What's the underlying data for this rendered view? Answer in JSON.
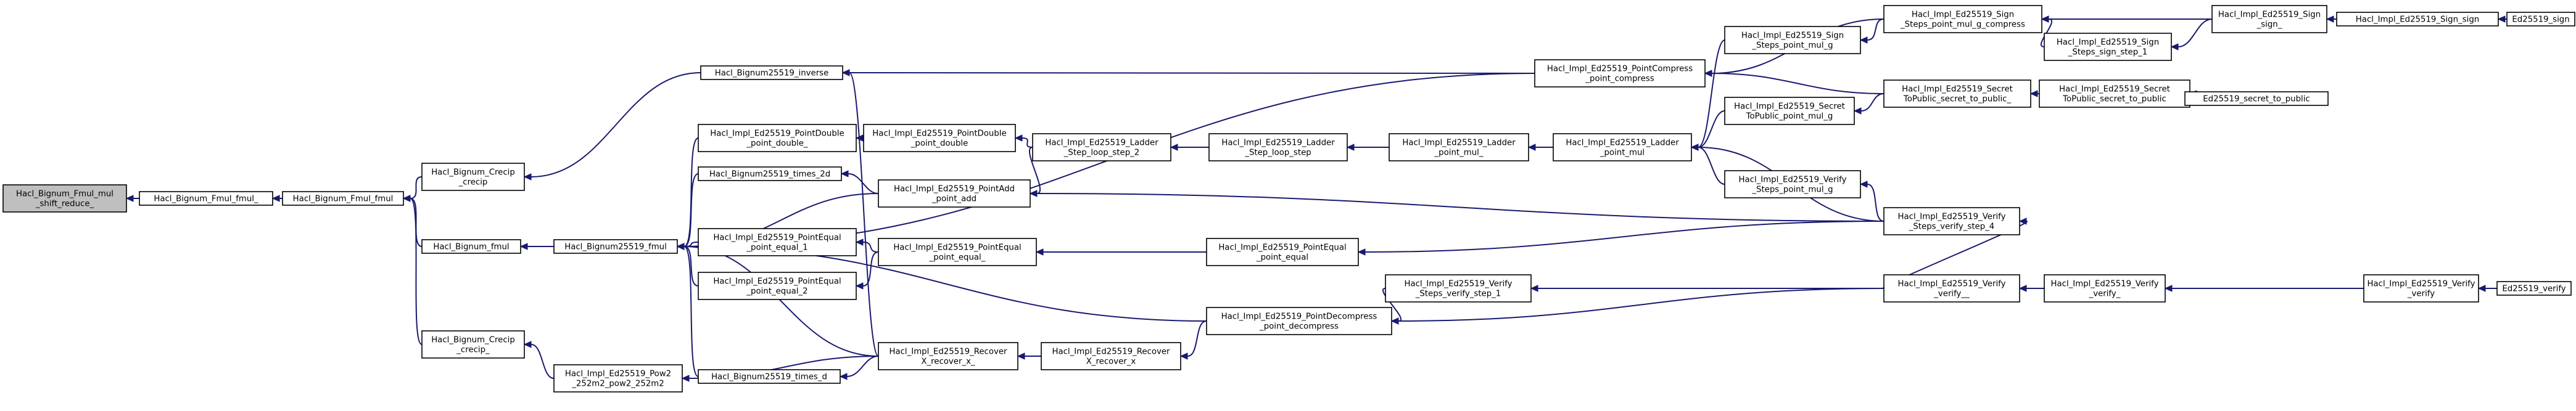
{
  "nodes": [
    {
      "id": "n0",
      "lines": [
        "Hacl_Bignum_Fmul_mul",
        "_shift_reduce_"
      ],
      "root": true
    },
    {
      "id": "n1",
      "lines": [
        "Hacl_Bignum_Fmul_fmul_"
      ]
    },
    {
      "id": "n2",
      "lines": [
        "Hacl_Bignum_Fmul_fmul"
      ]
    },
    {
      "id": "n3",
      "lines": [
        "Hacl_Bignum_Crecip",
        "_crecip"
      ]
    },
    {
      "id": "n4",
      "lines": [
        "Hacl_Bignum_fmul"
      ]
    },
    {
      "id": "n5",
      "lines": [
        "Hacl_Bignum_Crecip",
        "_crecip_"
      ]
    },
    {
      "id": "n6",
      "lines": [
        "Hacl_Bignum25519_inverse"
      ]
    },
    {
      "id": "n7",
      "lines": [
        "Hacl_Bignum25519_fmul"
      ]
    },
    {
      "id": "n8",
      "lines": [
        "Hacl_Impl_Ed25519_Pow2",
        "_252m2_pow2_252m2"
      ]
    },
    {
      "id": "n9",
      "lines": [
        "Hacl_Impl_Ed25519_PointDouble",
        "_point_double_"
      ]
    },
    {
      "id": "n10",
      "lines": [
        "Hacl_Bignum25519_times_2d"
      ]
    },
    {
      "id": "n11",
      "lines": [
        "Hacl_Impl_Ed25519_PointEqual",
        "_point_equal_1"
      ]
    },
    {
      "id": "n12",
      "lines": [
        "Hacl_Impl_Ed25519_PointEqual",
        "_point_equal_2"
      ]
    },
    {
      "id": "n13",
      "lines": [
        "Hacl_Bignum25519_times_d"
      ]
    },
    {
      "id": "n14",
      "lines": [
        "Hacl_Impl_Ed25519_PointDouble",
        "_point_double"
      ]
    },
    {
      "id": "n15",
      "lines": [
        "Hacl_Impl_Ed25519_PointAdd",
        "_point_add"
      ]
    },
    {
      "id": "n16",
      "lines": [
        "Hacl_Impl_Ed25519_PointEqual",
        "_point_equal_"
      ]
    },
    {
      "id": "n17",
      "lines": [
        "Hacl_Impl_Ed25519_Recover",
        "X_recover_x_"
      ]
    },
    {
      "id": "n18",
      "lines": [
        "Hacl_Impl_Ed25519_Ladder",
        "_Step_loop_step_2"
      ]
    },
    {
      "id": "n19",
      "lines": [
        "Hacl_Impl_Ed25519_Recover",
        "X_recover_x"
      ]
    },
    {
      "id": "n20",
      "lines": [
        "Hacl_Impl_Ed25519_Ladder",
        "_Step_loop_step"
      ]
    },
    {
      "id": "n21",
      "lines": [
        "Hacl_Impl_Ed25519_PointCompress",
        "_point_compress"
      ]
    },
    {
      "id": "n22",
      "lines": [
        "Hacl_Impl_Ed25519_PointEqual",
        "_point_equal"
      ]
    },
    {
      "id": "n23",
      "lines": [
        "Hacl_Impl_Ed25519_PointDecompress",
        "_point_decompress"
      ]
    },
    {
      "id": "n24",
      "lines": [
        "Hacl_Impl_Ed25519_Ladder",
        "_point_mul_"
      ]
    },
    {
      "id": "n25",
      "lines": [
        "Hacl_Impl_Ed25519_Verify",
        "_Steps_verify_step_1"
      ]
    },
    {
      "id": "n26",
      "lines": [
        "Hacl_Impl_Ed25519_Ladder",
        "_point_mul"
      ]
    },
    {
      "id": "n27",
      "lines": [
        "Hacl_Impl_Ed25519_Sign",
        "_Steps_point_mul_g"
      ]
    },
    {
      "id": "n28",
      "lines": [
        "Hacl_Impl_Ed25519_Secret",
        "ToPublic_point_mul_g"
      ]
    },
    {
      "id": "n29",
      "lines": [
        "Hacl_Impl_Ed25519_Verify",
        "_Steps_point_mul_g"
      ]
    },
    {
      "id": "n30",
      "lines": [
        "Hacl_Impl_Ed25519_Sign",
        "_Steps_point_mul_g_compress"
      ]
    },
    {
      "id": "n31",
      "lines": [
        "Hacl_Impl_Ed25519_Secret",
        "ToPublic_secret_to_public_"
      ]
    },
    {
      "id": "n32",
      "lines": [
        "Hacl_Impl_Ed25519_Verify",
        "_Steps_verify_step_4"
      ]
    },
    {
      "id": "n33",
      "lines": [
        "Hacl_Impl_Ed25519_Verify",
        "_verify__"
      ]
    },
    {
      "id": "n34",
      "lines": [
        "Hacl_Impl_Ed25519_Sign",
        "_Steps_sign_step_1"
      ]
    },
    {
      "id": "n35",
      "lines": [
        "Hacl_Impl_Ed25519_Secret",
        "ToPublic_secret_to_public"
      ]
    },
    {
      "id": "n36",
      "lines": [
        "Hacl_Impl_Ed25519_Verify",
        "_verify_"
      ]
    },
    {
      "id": "n37",
      "lines": [
        "Hacl_Impl_Ed25519_Sign",
        "_sign_"
      ]
    },
    {
      "id": "n38",
      "lines": [
        "Ed25519_secret_to_public"
      ]
    },
    {
      "id": "n39",
      "lines": [
        "Hacl_Impl_Ed25519_Verify",
        "_verify"
      ]
    },
    {
      "id": "n40",
      "lines": [
        "Hacl_Impl_Ed25519_Sign_sign"
      ]
    },
    {
      "id": "n41",
      "lines": [
        "Ed25519_verify"
      ]
    },
    {
      "id": "n42",
      "lines": [
        "Ed25519_sign"
      ]
    }
  ],
  "edges": [
    [
      "n1",
      "n0"
    ],
    [
      "n2",
      "n1"
    ],
    [
      "n3",
      "n2"
    ],
    [
      "n4",
      "n2"
    ],
    [
      "n5",
      "n2"
    ],
    [
      "n6",
      "n3"
    ],
    [
      "n7",
      "n4"
    ],
    [
      "n8",
      "n5"
    ],
    [
      "n9",
      "n7"
    ],
    [
      "n10",
      "n7"
    ],
    [
      "n11",
      "n7"
    ],
    [
      "n12",
      "n7"
    ],
    [
      "n13",
      "n7"
    ],
    [
      "n15",
      "n7"
    ],
    [
      "n17",
      "n7"
    ],
    [
      "n21",
      "n7"
    ],
    [
      "n23",
      "n7"
    ],
    [
      "n14",
      "n9"
    ],
    [
      "n15",
      "n10"
    ],
    [
      "n16",
      "n11"
    ],
    [
      "n16",
      "n12"
    ],
    [
      "n17",
      "n13"
    ],
    [
      "n18",
      "n14"
    ],
    [
      "n18",
      "n15"
    ],
    [
      "n22",
      "n16"
    ],
    [
      "n19",
      "n17"
    ],
    [
      "n17",
      "n8"
    ],
    [
      "n20",
      "n18"
    ],
    [
      "n23",
      "n19"
    ],
    [
      "n24",
      "n20"
    ],
    [
      "n32",
      "n15"
    ],
    [
      "n32",
      "n22"
    ],
    [
      "n21",
      "n6"
    ],
    [
      "n17",
      "n6"
    ],
    [
      "n26",
      "n24"
    ],
    [
      "n25",
      "n23"
    ],
    [
      "n33",
      "n23"
    ],
    [
      "n27",
      "n26"
    ],
    [
      "n28",
      "n26"
    ],
    [
      "n29",
      "n26"
    ],
    [
      "n32",
      "n26"
    ],
    [
      "n30",
      "n27"
    ],
    [
      "n31",
      "n28"
    ],
    [
      "n32",
      "n29"
    ],
    [
      "n33",
      "n32"
    ],
    [
      "n33",
      "n25"
    ],
    [
      "n30",
      "n21"
    ],
    [
      "n31",
      "n21"
    ],
    [
      "n34",
      "n30"
    ],
    [
      "n37",
      "n30"
    ],
    [
      "n35",
      "n31"
    ],
    [
      "n36",
      "n33"
    ],
    [
      "n37",
      "n34"
    ],
    [
      "n38",
      "n35"
    ],
    [
      "n39",
      "n36"
    ],
    [
      "n40",
      "n37"
    ],
    [
      "n41",
      "n39"
    ],
    [
      "n42",
      "n40"
    ]
  ]
}
